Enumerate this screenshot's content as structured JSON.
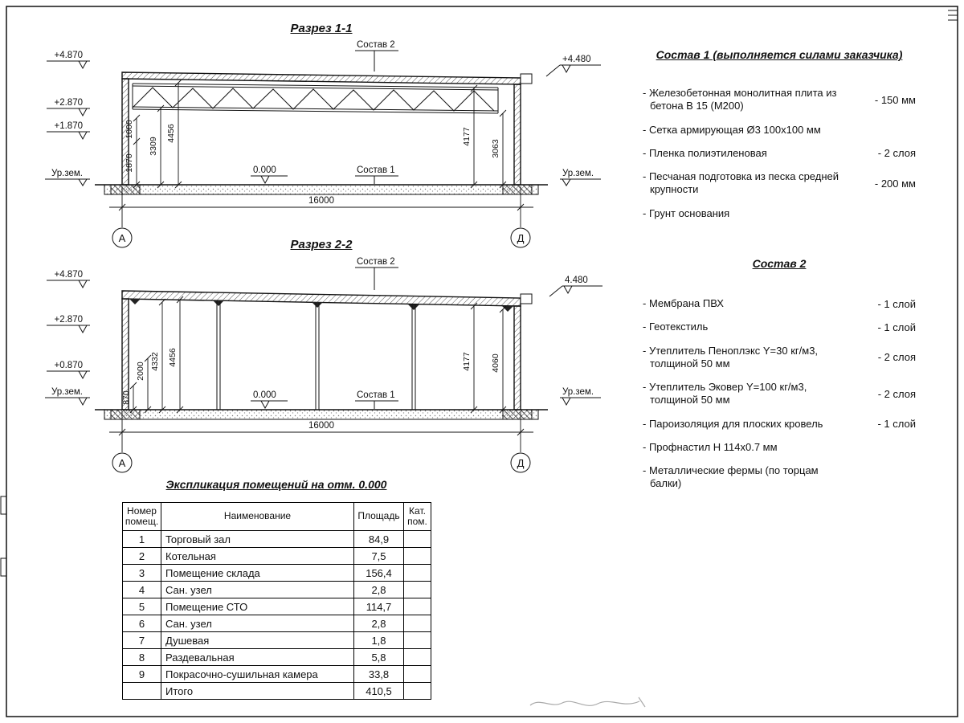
{
  "section1": {
    "title": "Разрез 1-1",
    "callout_sostav2": "Состав 2",
    "callout_sostav1": "Состав 1",
    "zero": "0.000",
    "elev_top": "+4.870",
    "elev_mid": "+2.870",
    "elev_low": "+1.870",
    "ground_left": "Ур.зем.",
    "elev_right": "+4.480",
    "ground_right": "Ур.зем.",
    "dim_a": "1870",
    "dim_b": "1000",
    "dim_c": "3309",
    "dim_d": "4456",
    "dim_e": "4177",
    "dim_f": "3063",
    "dim_total": "16000",
    "axis_left": "А",
    "axis_right": "Д"
  },
  "section2": {
    "title": "Разрез 2-2",
    "callout_sostav2": "Состав 2",
    "callout_sostav1": "Состав 1",
    "zero": "0.000",
    "elev_top": "+4.870",
    "elev_mid": "+2.870",
    "elev_low": "+0.870",
    "ground_left": "Ур.зем.",
    "elev_right": "4.480",
    "ground_right": "Ур.зем.",
    "dim_a": "870",
    "dim_b": "2000",
    "dim_c": "4332",
    "dim_d": "4456",
    "dim_e": "4177",
    "dim_f": "4060",
    "dim_total": "16000",
    "axis_left": "А",
    "axis_right": "Д"
  },
  "sostav1": {
    "title": "Состав 1 (выполняется силами заказчика)",
    "items": [
      {
        "text": "- Железобетонная монолитная плита из бетона В 15 (М200)",
        "value": "- 150 мм"
      },
      {
        "text": "- Сетка армирующая Ø3 100х100 мм",
        "value": ""
      },
      {
        "text": "- Пленка полиэтиленовая",
        "value": "- 2 слоя"
      },
      {
        "text": "- Песчаная подготовка из песка средней крупности",
        "value": "- 200 мм"
      },
      {
        "text": "- Грунт основания",
        "value": ""
      }
    ]
  },
  "sostav2": {
    "title": "Состав 2",
    "items": [
      {
        "text": "- Мембрана ПВХ",
        "value": "- 1 слой"
      },
      {
        "text": "- Геотекстиль",
        "value": "- 1 слой"
      },
      {
        "text": "- Утеплитель Пеноплэкс Y=30 кг/м3, толщиной 50 мм",
        "value": "- 2 слоя"
      },
      {
        "text": "- Утеплитель Эковер Y=100 кг/м3, толщиной 50 мм",
        "value": "- 2 слоя"
      },
      {
        "text": "- Пароизоляция для плоских кровель",
        "value": "- 1 слой"
      },
      {
        "text": "- Профнастил Н 114х0.7 мм",
        "value": ""
      },
      {
        "text": "- Металлические фермы (по торцам балки)",
        "value": ""
      }
    ]
  },
  "explication": {
    "title": "Экспликация помещений на отм. 0.000",
    "headers": [
      "Номер помещ.",
      "Наименование",
      "Площадь",
      "Кат. пом."
    ],
    "rows": [
      [
        "1",
        "Торговый зал",
        "84,9",
        ""
      ],
      [
        "2",
        "Котельная",
        "7,5",
        ""
      ],
      [
        "3",
        "Помещение склада",
        "156,4",
        ""
      ],
      [
        "4",
        "Сан. узел",
        "2,8",
        ""
      ],
      [
        "5",
        "Помещение СТО",
        "114,7",
        ""
      ],
      [
        "6",
        "Сан. узел",
        "2,8",
        ""
      ],
      [
        "7",
        "Душевая",
        "1,8",
        ""
      ],
      [
        "8",
        "Раздевальная",
        "5,8",
        ""
      ],
      [
        "9",
        "Покрасочно-сушильная камера",
        "33,8",
        ""
      ],
      [
        "",
        "Итого",
        "410,5",
        ""
      ]
    ]
  }
}
